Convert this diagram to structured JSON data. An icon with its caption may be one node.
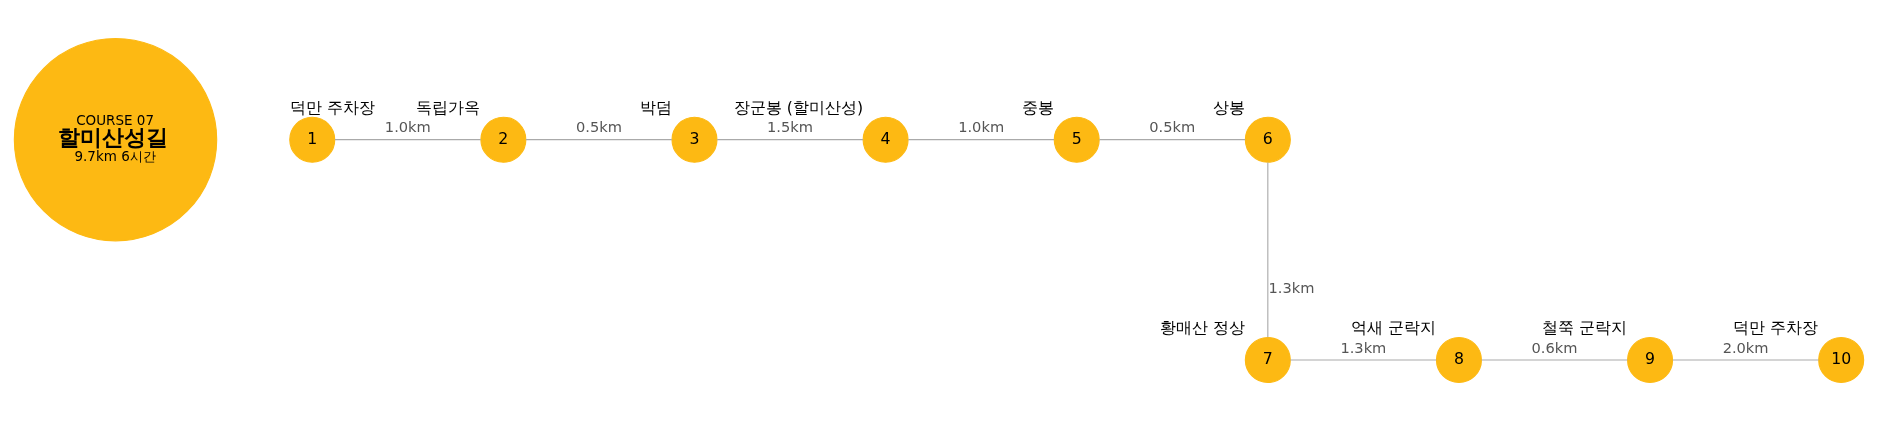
{
  "diagram": {
    "nodes": [
      {
        "text": [
          "COURSE 07",
          "할미산성길",
          "9.7km 6시간"
        ]
      },
      {
        "text": [
          "1"
        ],
        "beside": [
          "덕만 주차장"
        ]
      },
      {
        "text": [
          "2"
        ],
        "beside": [
          "독립가옥"
        ]
      },
      {
        "text": [
          "3"
        ],
        "beside": [
          "박덤"
        ]
      },
      {
        "text": [
          "4"
        ],
        "beside": [
          "장군봉 (할미산성)"
        ]
      },
      {
        "text": [
          "5"
        ],
        "beside": [
          "중봉"
        ]
      },
      {
        "text": [
          "6"
        ],
        "beside": [
          "상봉"
        ]
      },
      {
        "text": [
          "7"
        ],
        "beside": [
          "황매산 정상"
        ]
      },
      {
        "text": [
          "8"
        ],
        "beside": [
          "억새 군락지"
        ]
      },
      {
        "text": [
          "9"
        ],
        "beside": [
          "철쭉 군락지"
        ]
      },
      {
        "text": [
          "10"
        ],
        "beside": [
          "덕만 주차장"
        ]
      }
    ],
    "edges": [
      {
        "from": 1,
        "to": 2,
        "arrow": "none",
        "label": "1.0km"
      },
      {
        "from": 2,
        "to": 3,
        "arrow": "none",
        "label": "0.5km"
      },
      {
        "from": 3,
        "to": 4,
        "arrow": "none",
        "label": "1.5km"
      },
      {
        "from": 4,
        "to": 5,
        "arrow": "none",
        "label": "1.0km"
      },
      {
        "from": 5,
        "to": 6,
        "arrow": "none",
        "label": "0.5km"
      },
      {
        "from": 6,
        "to": 7,
        "arrow": "none",
        "label": "1.3km"
      },
      {
        "from": 7,
        "to": 8,
        "arrow": "none",
        "label": "1.3km"
      },
      {
        "from": 8,
        "to": 9,
        "arrow": "none",
        "label": "0.6km"
      },
      {
        "from": 9,
        "to": 10,
        "arrow": "none",
        "label": "2.0km"
      }
    ]
  }
}
